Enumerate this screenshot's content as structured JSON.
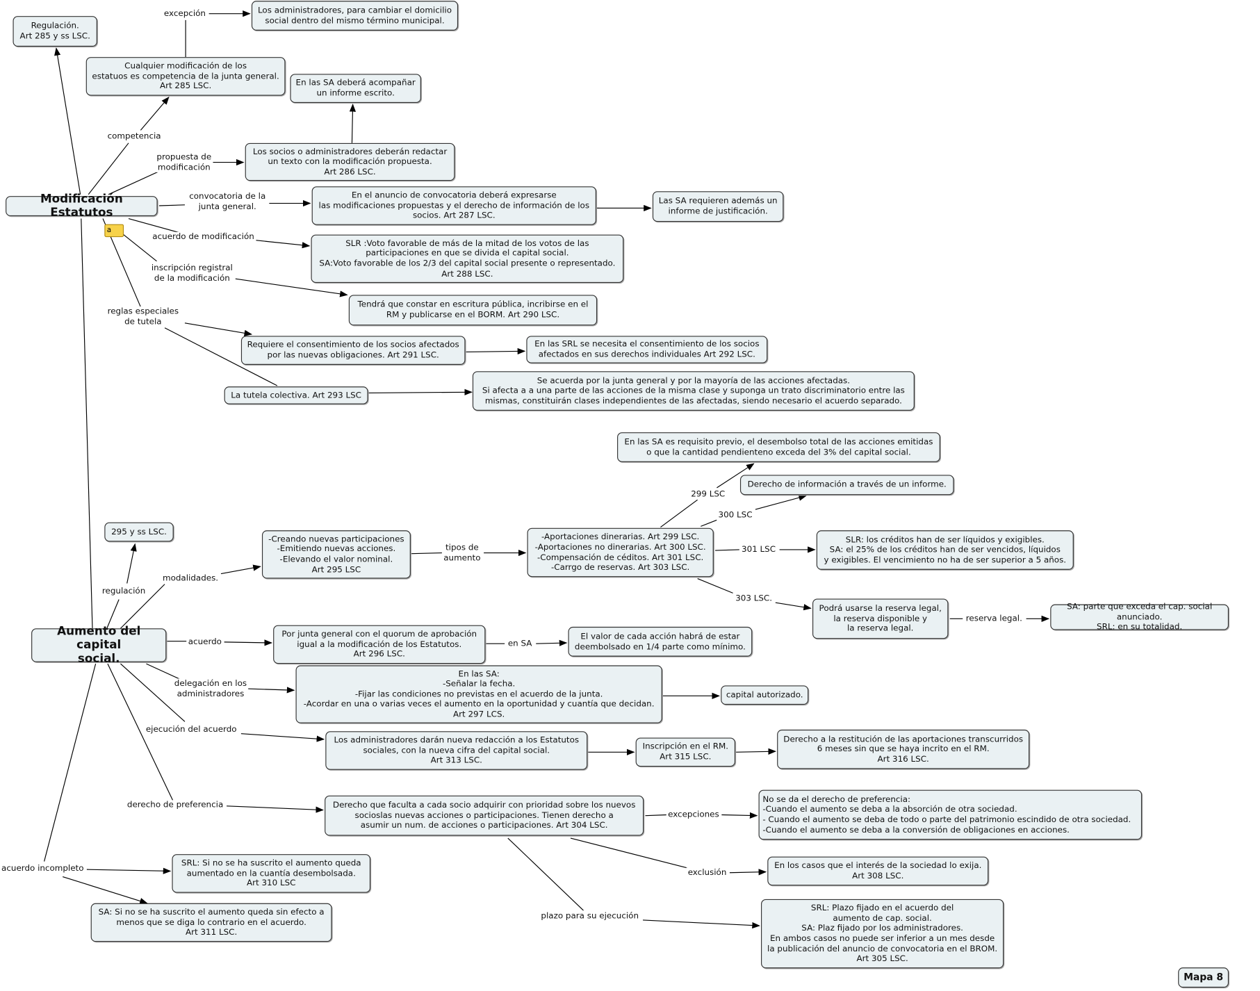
{
  "nodes": {
    "b1": "Regulación.\nArt 285 y ss LSC.",
    "b2": "Los administradores, para cambiar el domicilio\nsocial dentro del mismo término municipal.",
    "b3": "Cualquier modificación de los\nestatuos es competencia de la junta general.\nArt 285 LSC.",
    "b4": "En las SA deberá acompañar\nun informe escrito.",
    "b5": "Los socios  o administradores deberán redactar\nun texto con la modificación propuesta.\nArt 286 LSC.",
    "main1": "Modificación Estatutos",
    "b6": "En el anuncio de convocatoria deberá expresarse\nlas modificaciones propuestas y el derecho de información de los\nsocios. Art 287 LSC.",
    "b7": "Las SA requieren además un\ninforme de justificación.",
    "b8": "SLR :Voto favorable de más de la mitad de los votos de las\nparticipaciones en que se divida el capital social.\nSA:Voto favorable de los 2/3 del capital social presente o representado.\nArt 288 LSC.",
    "b9": "Tendrá que constar en escritura pública, incribirse en el\nRM y publicarse en el BORM. Art 290 LSC.",
    "b10": "Requiere el consentimiento de los socios afectados\npor las nuevas obligaciones. Art 291 LSC.",
    "b11": "En las SRL se necesita el consentimiento de los socios\nafectados en sus derechos individuales Art 292 LSC.",
    "b12": "La tutela colectiva. Art 293 LSC",
    "b13": "Se acuerda por la junta general y por la mayoría de las acciones afectadas.\nSi afecta a a una parte de las acciones de la misma clase y suponga un trato discriminatorio entre las\nmismas, constituirán clases independientes de las afectadas, siendo necesario el acuerdo separado.",
    "b14": "En las SA es requisito previo, el desembolso total de las acciones emitidas\no que la cantidad pendienteno exceda del 3% del capital social.",
    "b15": "Derecho de información a través de un informe.",
    "b16": "295 y ss LSC.",
    "b17": "-Creando nuevas participaciones\n-Emitiendo nuevas acciones.\n-Elevando el valor nominal.\nArt 295 LSC",
    "b18": "-Aportaciones dinerarias. Art 299 LSC.\n-Aportaciones no dinerarias. Art 300 LSC.\n-Compensación de céditos. Art 301 LSC.\n-Carrgo de reservas. Art 303 LSC.",
    "b19": "SLR: los créditos han de ser líquidos y exigibles.\nSA: el 25%  de los créditos han de ser vencidos, líquidos\ny exigibles. El vencimiento no ha de ser superior a 5 años.",
    "b20": "Podrá usarse la reserva legal,\nla reserva disponible y\nla reserva legal.",
    "b21": "SA: parte que exceda el cap. social anunciado.\nSRL: en su totalidad.",
    "main2": "Aumento del capital\nsocial.",
    "b22": "Por junta general con el quorum de aprobación\nigual a la modificación de los Estatutos.\nArt 296 LSC.",
    "b23": "El valor de cada acción  habrá de estar\ndeembolsado en 1/4 parte como mínimo.",
    "b24": "En las SA:\n-Señalar la fecha.\n-Fijar las condiciones no previstas en el acuerdo de la junta.\n-Acordar en una o varias veces el aumento en la oportunidad y cuantía que decidan.\nArt 297 LCS.",
    "b25": "capital autorizado.",
    "b26": "Los administradores darán nueva redacción a los Estatutos\nsociales, con la nueva cifra del capital social.\nArt 313 LSC.",
    "b27": "Inscripción en el RM.\nArt 315 LSC.",
    "b28": "Derecho a la restitución de las aportaciones transcurridos\n6 meses sin que se haya incrito en el RM.\nArt 316 LSC.",
    "b29": "Derecho que faculta a cada socio adquirir con prioridad sobre los nuevos\nsocioslas nuevas acciones o participaciones. Tienen derecho a\nasumir un num. de acciones o participaciones. Art 304 LSC.",
    "b30": "No se da el derecho de preferencia:\n-Cuando el aumento se deba a la absorción de otra sociedad.\n- Cuando el aumento se deba de todo o parte del patrimonio escindido de otra sociedad.\n -Cuando el aumento se deba a la conversión de obligaciones en acciones.",
    "b31": "En los casos que el interés de la sociedad lo exija.\nArt 308 LSC.",
    "b32": "SRL: Si no se ha suscrito el aumento queda\naumentado en la cuantía desembolsada.\nArt 310 LSC",
    "b33": "SA: Si no se ha suscrito el aumento queda sin efecto a\nmenos que se diga lo contrario en el acuerdo.\nArt 311 LSC.",
    "b34": "SRL: Plazo fijado en el acuerdo del\naumento de cap. social.\nSA: Plaz fijado por los administradores.\nEn ambos casos no puede ser inferior a un mes desde\nla publicación del anuncio de convocatoria en el BROM.\nArt 305 LSC.",
    "b35": "Mapa 8"
  },
  "labels": {
    "competencia": "competencia",
    "excepcion": "excepción",
    "propuesta": "propuesta de\nmodificación",
    "convocatoria": "convocatoria de la\njunta general.",
    "acuerdo_mod": "acuerdo de modificación",
    "inscripcion": "inscripción registral\nde la modificación",
    "reglas": "reglas especiales\nde tutela",
    "l299": "299 LSC",
    "l300": "300 LSC",
    "l301": "301 LSC",
    "l303": "303 LSC.",
    "reserva": "reserva legal.",
    "tipos": "tipos de\naumento",
    "regulacion": "regulación",
    "modalidades": "modalidades.",
    "acuerdo": "acuerdo",
    "ensa": "en SA",
    "delegacion": "delegación en los\nadministradores",
    "ejecucion": "ejecución del acuerdo",
    "preferencia": "derecho de preferencia",
    "excepciones": "excepciones",
    "exclusion": "exclusión",
    "plazo": "plazo para su ejecución",
    "incompleto": "acuerdo incompleto"
  },
  "note_icon": "a"
}
